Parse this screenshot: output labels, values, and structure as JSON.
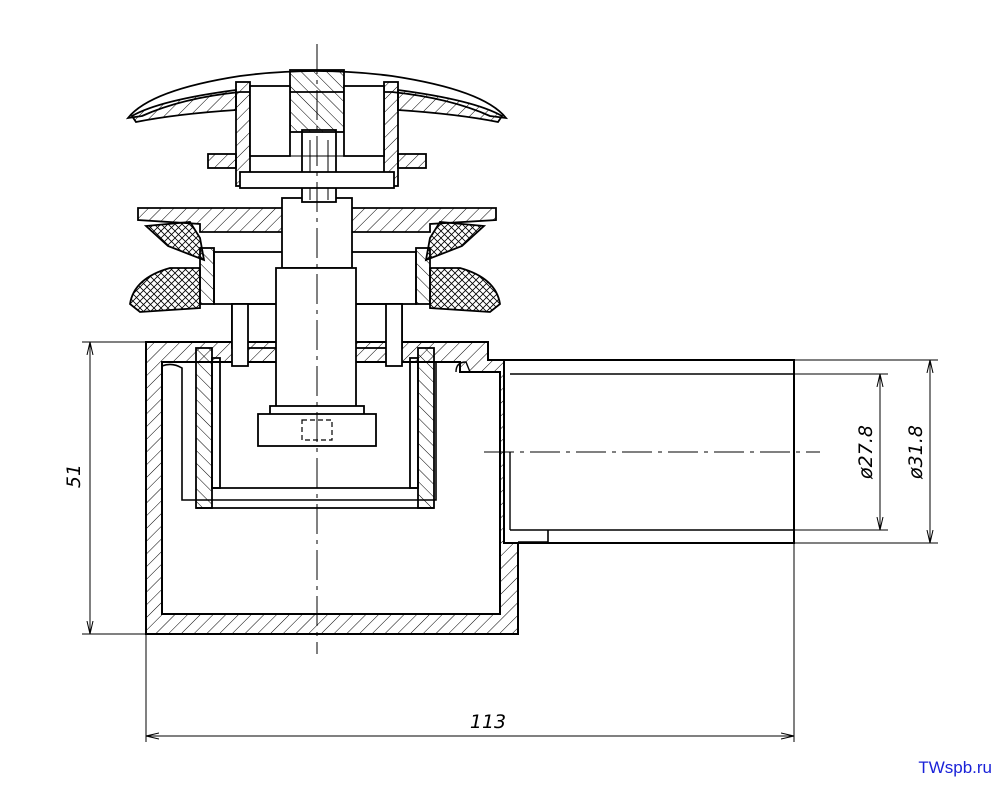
{
  "drawing": {
    "dimensions": {
      "height": "51",
      "width": "113",
      "inner_diameter": "ø27.8",
      "outer_diameter": "ø31.8"
    }
  },
  "watermark": {
    "text": "TWspb.ru"
  },
  "colors": {
    "line": "#000000",
    "watermark": "#1a22d8",
    "background": "#ffffff"
  }
}
